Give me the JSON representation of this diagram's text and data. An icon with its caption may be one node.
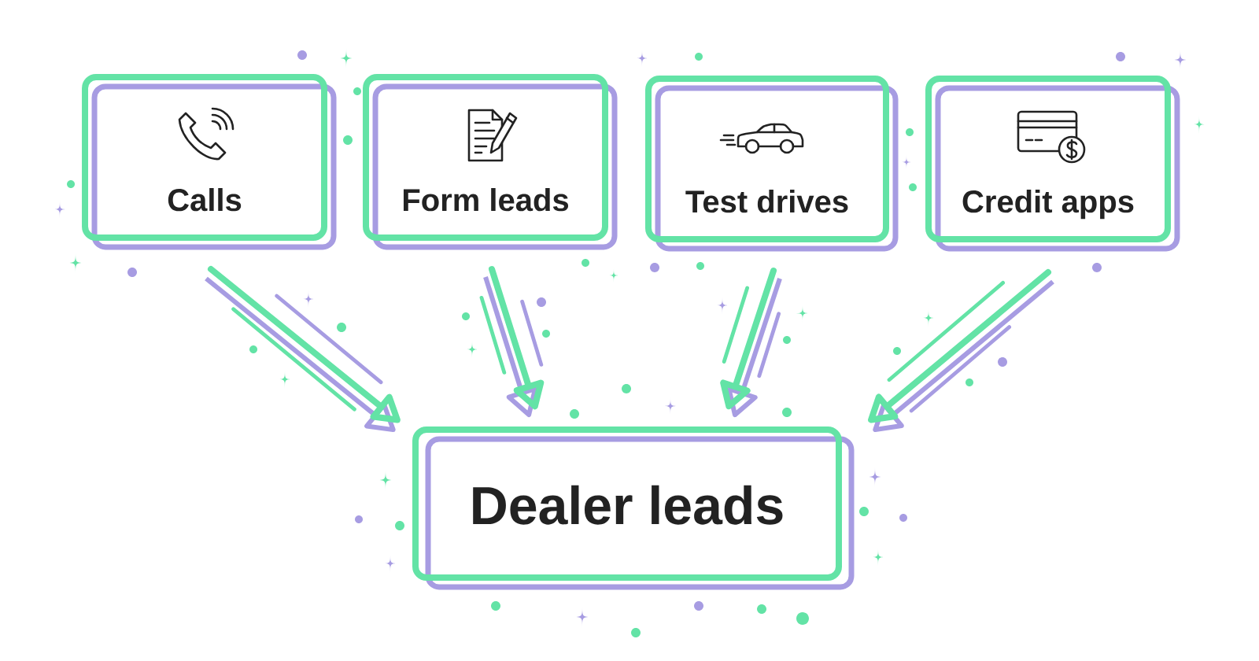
{
  "diagram": {
    "nodes": [
      {
        "text": [
          "Calls"
        ]
      },
      {
        "text": [
          "Form leads"
        ]
      },
      {
        "text": [
          "Test drives"
        ]
      },
      {
        "text": [
          "Credit apps"
        ]
      },
      {
        "text": [
          "Dealer leads"
        ]
      }
    ],
    "edges": [
      {
        "from": 0,
        "to": 4,
        "arrow": "to"
      },
      {
        "from": 1,
        "to": 4,
        "arrow": "to"
      },
      {
        "from": 2,
        "to": 4,
        "arrow": "to"
      },
      {
        "from": 3,
        "to": 4,
        "arrow": "to"
      }
    ]
  }
}
